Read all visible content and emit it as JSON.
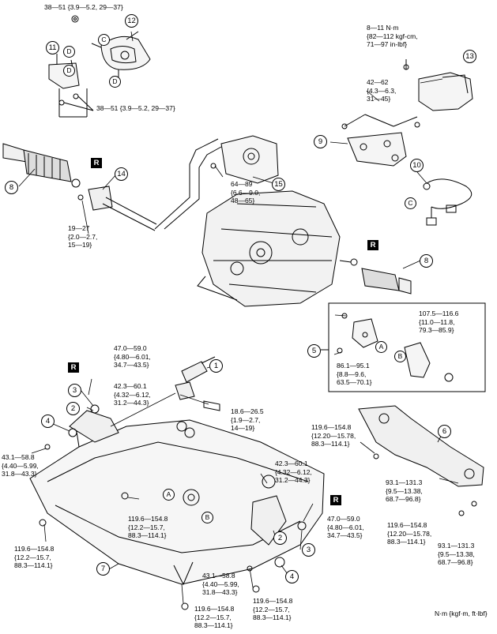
{
  "units_note": "N·m {kgf·m, ft·lbf}",
  "callouts": [
    "1",
    "2",
    "3",
    "4",
    "5",
    "6",
    "7",
    "8",
    "9",
    "10",
    "11",
    "12",
    "13",
    "14",
    "15"
  ],
  "letters": {
    "a": "A",
    "b": "B",
    "c": "C",
    "d": "D"
  },
  "replace_mark": "R",
  "torques": {
    "t38_51": "38—51 {3.9—5.2, 29—37}",
    "t8_11": "8—11 N·m\n{82—112 kgf-cm,\n71—97 in-lbf}",
    "t42_62": "42—62\n{4.3—6.3,\n31—45}",
    "t64_89": "64—89\n{6.6—9.0,\n48—65}",
    "t19_27": "19—27\n{2.0—2.7,\n15—19}",
    "t107": "107.5—116.6\n{11.0—11.8,\n79.3—85.9}",
    "t86": "86.1—95.1\n{8.8—9.6,\n63.5—70.1}",
    "t47": "47.0—59.0\n{4.80—6.01,\n34.7—43.5}",
    "t42_3": "42.3—60.1\n{4.32—6.12,\n31.2—44.3}",
    "t18_6": "18.6—26.5\n{1.9—2.7,\n14—19}",
    "t43_1": "43.1—58.8\n{4.40—5.99,\n31.8—43.3}",
    "t119_full": "119.6—154.8\n{12.20—15.78,\n88.3—114.1}",
    "t119_short": "119.6—154.8\n{12.2—15.7,\n88.3—114.1}",
    "t93": "93.1—131.3\n{9.5—13.38,\n68.7—96.8}"
  }
}
